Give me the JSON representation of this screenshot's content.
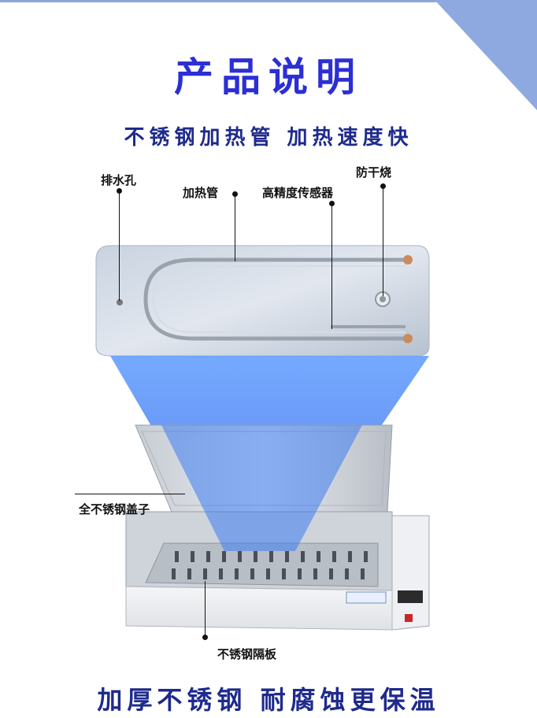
{
  "header": {
    "title": "产品说明",
    "subtitle": "不锈钢加热管  加热速度快"
  },
  "callouts": {
    "drain_hole": "排水孔",
    "heating_tube": "加热管",
    "sensor": "高精度传感器",
    "anti_dry": "防干烧",
    "lid": "全不锈钢盖子",
    "partition": "不锈钢隔板"
  },
  "footer": {
    "slogan": "加厚不锈钢  耐腐蚀更保温"
  },
  "colors": {
    "title": "#2b2fd4",
    "subtitle": "#1e2a8c",
    "beam": "#2f6ef0",
    "corner": "#8ea9e0"
  }
}
